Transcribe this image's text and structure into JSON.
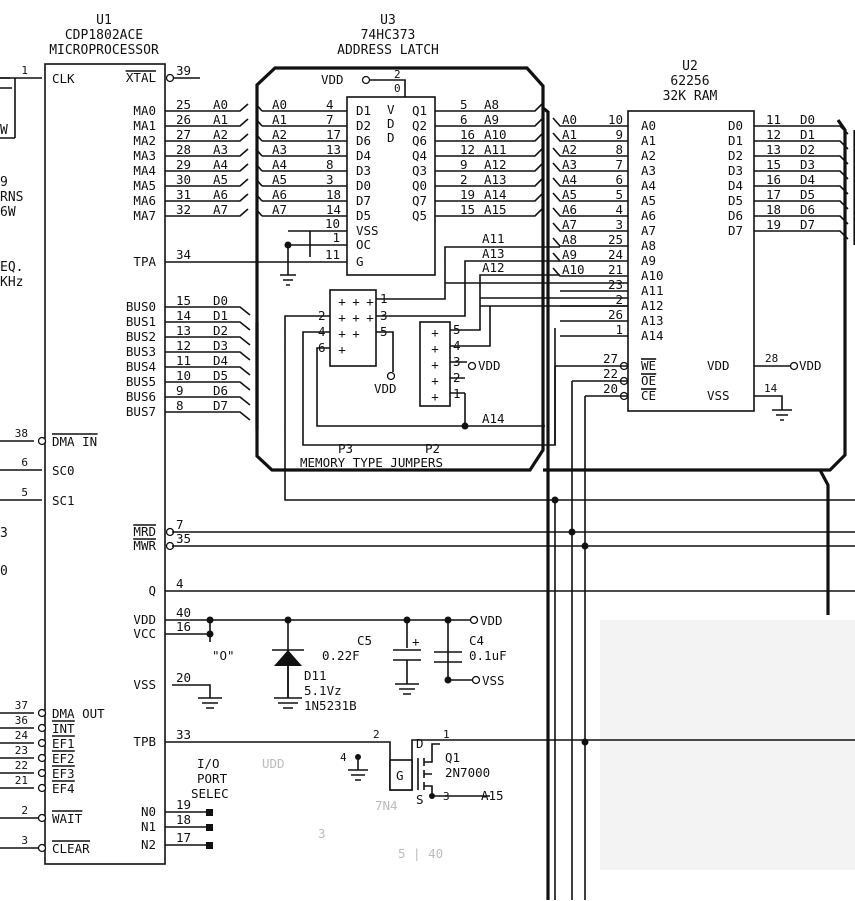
{
  "u1": {
    "ref": "U1",
    "part": "CDP1802ACE",
    "desc": "MICROPROCESSOR",
    "left_edge_fragments": [
      "9",
      "RNS",
      "6W",
      "EQ.",
      "KHz",
      "3",
      "0"
    ],
    "pins_left": [
      {
        "num": "1",
        "label": "CLK"
      },
      {
        "num": "38",
        "label": "DMA IN"
      },
      {
        "num": "6",
        "label": "SC0"
      },
      {
        "num": "5",
        "label": "SC1"
      },
      {
        "num": "37",
        "label": "DMA OUT"
      },
      {
        "num": "36",
        "label": "INT"
      },
      {
        "num": "24",
        "label": "EF1"
      },
      {
        "num": "23",
        "label": "EF2"
      },
      {
        "num": "22",
        "label": "EF3"
      },
      {
        "num": "21",
        "label": "EF4"
      },
      {
        "num": "2",
        "label": "WAIT"
      },
      {
        "num": "3",
        "label": "CLEAR"
      }
    ],
    "pins_ma": [
      {
        "label": "MA0",
        "num": "25",
        "net": "A0"
      },
      {
        "label": "MA1",
        "num": "26",
        "net": "A1"
      },
      {
        "label": "MA2",
        "num": "27",
        "net": "A2"
      },
      {
        "label": "MA3",
        "num": "28",
        "net": "A3"
      },
      {
        "label": "MA4",
        "num": "29",
        "net": "A4"
      },
      {
        "label": "MA5",
        "num": "30",
        "net": "A5"
      },
      {
        "label": "MA6",
        "num": "31",
        "net": "A6"
      },
      {
        "label": "MA7",
        "num": "32",
        "net": "A7"
      }
    ],
    "pins_bus": [
      {
        "label": "BUS0",
        "num": "15",
        "net": "D0"
      },
      {
        "label": "BUS1",
        "num": "14",
        "net": "D1"
      },
      {
        "label": "BUS2",
        "num": "13",
        "net": "D2"
      },
      {
        "label": "BUS3",
        "num": "12",
        "net": "D3"
      },
      {
        "label": "BUS4",
        "num": "11",
        "net": "D4"
      },
      {
        "label": "BUS5",
        "num": "10",
        "net": "D5"
      },
      {
        "label": "BUS6",
        "num": "9",
        "net": "D6"
      },
      {
        "label": "BUS7",
        "num": "8",
        "net": "D7"
      }
    ],
    "pins_right": [
      {
        "label": "XTAL",
        "num": "39"
      },
      {
        "label": "TPA",
        "num": "34"
      },
      {
        "label": "MRD",
        "num": "7"
      },
      {
        "label": "MWR",
        "num": "35"
      },
      {
        "label": "Q",
        "num": "4"
      },
      {
        "label": "VDD",
        "num": "40"
      },
      {
        "label": "VCC",
        "num": "16"
      },
      {
        "label": "VSS",
        "num": "20"
      },
      {
        "label": "TPB",
        "num": "33"
      },
      {
        "label": "N0",
        "num": "19"
      },
      {
        "label": "N1",
        "num": "18"
      },
      {
        "label": "N2",
        "num": "17"
      }
    ]
  },
  "u3": {
    "ref": "U3",
    "part": "74HC373",
    "desc": "ADDRESS LATCH",
    "vdd_label": "VDD",
    "vdd_pin_top": "2",
    "vdd_pin_bottom": "0",
    "vdd_letters": [
      "V",
      "D",
      "D"
    ],
    "inputs": [
      {
        "net": "A0",
        "num": "4",
        "pin": "D1"
      },
      {
        "net": "A1",
        "num": "7",
        "pin": "D2"
      },
      {
        "net": "A2",
        "num": "17",
        "pin": "D6"
      },
      {
        "net": "A3",
        "num": "13",
        "pin": "D4"
      },
      {
        "net": "A4",
        "num": "8",
        "pin": "D3"
      },
      {
        "net": "A5",
        "num": "3",
        "pin": "D0"
      },
      {
        "net": "A6",
        "num": "18",
        "pin": "D7"
      },
      {
        "net": "A7",
        "num": "14",
        "pin": "D5"
      }
    ],
    "outputs": [
      {
        "pin": "Q1",
        "num": "5",
        "net": "A8"
      },
      {
        "pin": "Q2",
        "num": "6",
        "net": "A9"
      },
      {
        "pin": "Q6",
        "num": "16",
        "net": "A10"
      },
      {
        "pin": "Q4",
        "num": "12",
        "net": "A11"
      },
      {
        "pin": "Q3",
        "num": "9",
        "net": "A12"
      },
      {
        "pin": "Q0",
        "num": "2",
        "net": "A13"
      },
      {
        "pin": "Q7",
        "num": "19",
        "net": "A14"
      },
      {
        "pin": "Q5",
        "num": "15",
        "net": "A15"
      }
    ],
    "ctrl": [
      {
        "num": "10",
        "pin": "VSS"
      },
      {
        "num": "1",
        "pin": "OC"
      },
      {
        "num": "11",
        "pin": "G"
      }
    ]
  },
  "u2": {
    "ref": "U2",
    "part": "62256",
    "desc": "32K RAM",
    "addr": [
      {
        "net": "A0",
        "num": "10",
        "pin": "A0"
      },
      {
        "net": "A1",
        "num": "9",
        "pin": "A1"
      },
      {
        "net": "A2",
        "num": "8",
        "pin": "A2"
      },
      {
        "net": "A3",
        "num": "7",
        "pin": "A3"
      },
      {
        "net": "A4",
        "num": "6",
        "pin": "A4"
      },
      {
        "net": "A5",
        "num": "5",
        "pin": "A5"
      },
      {
        "net": "A6",
        "num": "4",
        "pin": "A6"
      },
      {
        "net": "A7",
        "num": "3",
        "pin": "A7"
      },
      {
        "net": "A8",
        "num": "25",
        "pin": "A8"
      },
      {
        "net": "A9",
        "num": "24",
        "pin": "A9"
      },
      {
        "net": "A10",
        "num": "21",
        "pin": "A10"
      },
      {
        "net": "",
        "num": "23",
        "pin": "A11"
      },
      {
        "net": "",
        "num": "2",
        "pin": "A12"
      },
      {
        "net": "",
        "num": "26",
        "pin": "A13"
      },
      {
        "net": "",
        "num": "1",
        "pin": "A14"
      }
    ],
    "data": [
      {
        "pin": "D0",
        "num": "11",
        "net": "D0"
      },
      {
        "pin": "D1",
        "num": "12",
        "net": "D1"
      },
      {
        "pin": "D2",
        "num": "13",
        "net": "D2"
      },
      {
        "pin": "D3",
        "num": "15",
        "net": "D3"
      },
      {
        "pin": "D4",
        "num": "16",
        "net": "D4"
      },
      {
        "pin": "D5",
        "num": "17",
        "net": "D5"
      },
      {
        "pin": "D6",
        "num": "18",
        "net": "D6"
      },
      {
        "pin": "D7",
        "num": "19",
        "net": "D7"
      }
    ],
    "ctrl": [
      {
        "num": "27",
        "pin": "WE"
      },
      {
        "num": "22",
        "pin": "OE"
      },
      {
        "num": "20",
        "pin": "CE"
      }
    ],
    "vdd_pin": "VDD",
    "vdd_num": "28",
    "vdd_net": "VDD",
    "vss_pin": "VSS",
    "vss_num": "14"
  },
  "jumpers": {
    "caption": "MEMORY TYPE JUMPERS",
    "p3_label": "P3",
    "p2_label": "P2",
    "p3_pins": [
      "1",
      "3",
      "5",
      "2",
      "4",
      "6"
    ],
    "p2_pins": [
      "5",
      "4",
      "3",
      "2",
      "1"
    ],
    "p3_vdd": "VDD",
    "p2_vdd": "VDD",
    "nets": [
      "A11",
      "A13",
      "A12",
      "A14"
    ]
  },
  "power": {
    "vdd_net": "VDD",
    "vss_net": "VSS",
    "o_label": "\"O\"",
    "c5_ref": "C5",
    "c5_val": "0.22F",
    "c4_ref": "C4",
    "c4_val": "0.1uF",
    "d11_ref": "D11",
    "d11_val": "5.1Vz",
    "d11_part": "1N5231B",
    "plus": "+"
  },
  "q1": {
    "ref": "Q1",
    "part": "2N7000",
    "g": "G",
    "d": "D",
    "s": "S",
    "pin_g": "2",
    "pin_d": "1",
    "pin_s": "3",
    "gnd_pin": "4",
    "net_s": "A15"
  },
  "io": {
    "line1": "I/O",
    "line2": "PORT",
    "line3": "SELEC",
    "faint": [
      "UDD",
      "3",
      "5 | 40",
      "7N4"
    ]
  }
}
